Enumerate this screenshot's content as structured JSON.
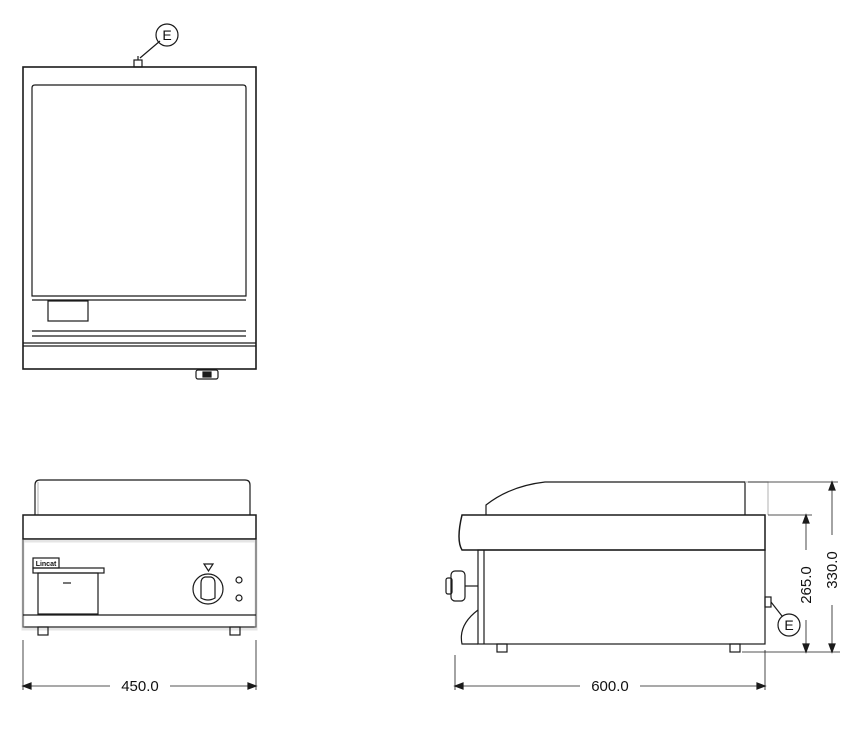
{
  "callouts": {
    "top_view_label": "E",
    "side_view_label": "E"
  },
  "brand": {
    "logo_text": "Lincat"
  },
  "dimensions": {
    "front_width": "450.0",
    "side_depth": "600.0",
    "body_height": "265.0",
    "overall_height": "330.0"
  },
  "colors": {
    "line": "#1a1a1a",
    "shadow": "#bdbdbd"
  }
}
